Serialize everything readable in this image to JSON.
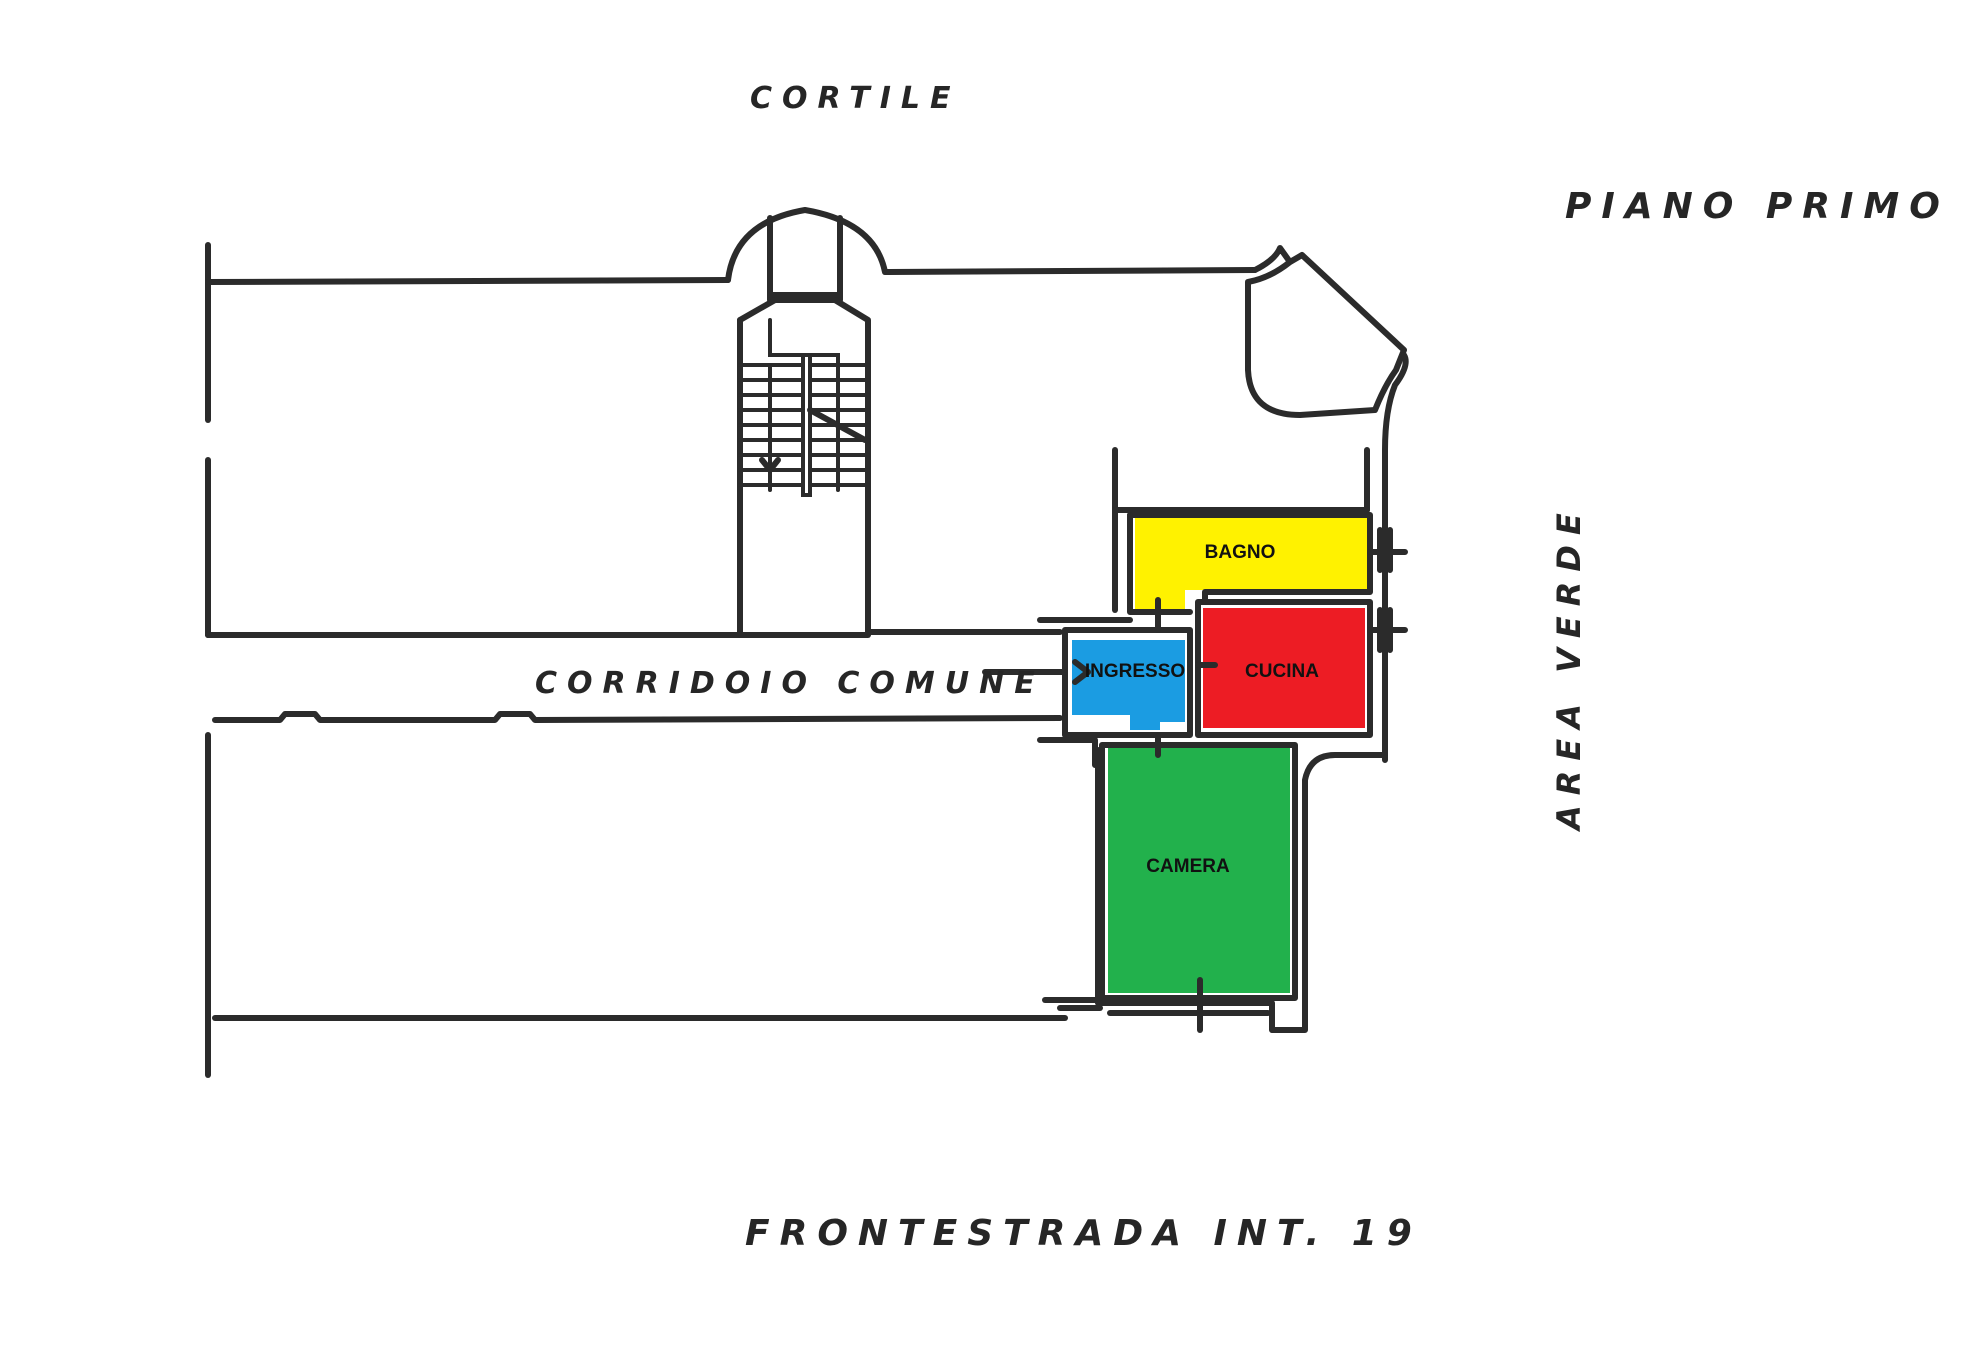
{
  "plan": {
    "floor_label": "PIANO PRIMO",
    "north_label": "CORTILE",
    "east_label": "AREA VERDE",
    "south_label": "FRONTESTRADA INT. 19",
    "corridor_label": "CORRIDOIO COMUNE"
  },
  "rooms": [
    {
      "name": "BAGNO",
      "color": "#FFF200"
    },
    {
      "name": "CUCINA",
      "color": "#ED1C24"
    },
    {
      "name": "INGRESSO",
      "color": "#1B9CE2"
    },
    {
      "name": "CAMERA",
      "color": "#22B14C"
    }
  ],
  "colors": {
    "line": "#2b2b2b",
    "background": "#ffffff"
  }
}
